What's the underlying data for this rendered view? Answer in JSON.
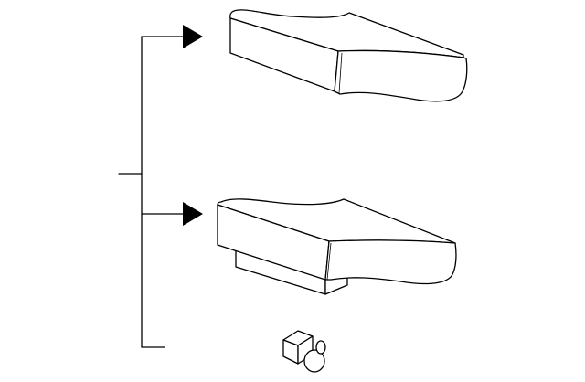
{
  "diagram": {
    "parts": [
      {
        "id": "upper-cushion",
        "icon": "seat-cushion-icon"
      },
      {
        "id": "lower-cushion",
        "icon": "seat-cushion-with-base-icon"
      },
      {
        "id": "fastener",
        "icon": "clip-fastener-icon"
      }
    ],
    "callouts": [
      {
        "target": "upper-cushion",
        "marker": "arrow-right"
      },
      {
        "target": "lower-cushion",
        "marker": "arrow-right"
      },
      {
        "target": "fastener",
        "marker": "leader-line"
      }
    ],
    "colors": {
      "ink": "#000000",
      "background": "#ffffff"
    }
  }
}
